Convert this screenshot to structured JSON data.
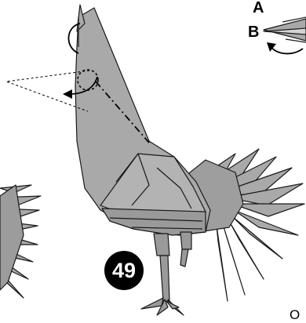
{
  "labels": {
    "a": "A",
    "b": "B"
  },
  "step_number": "49",
  "edge_text": "O",
  "colors": {
    "paper": "#a9a9a9",
    "paper_dark": "#8c8c8c",
    "outline": "#1a1a1a"
  }
}
